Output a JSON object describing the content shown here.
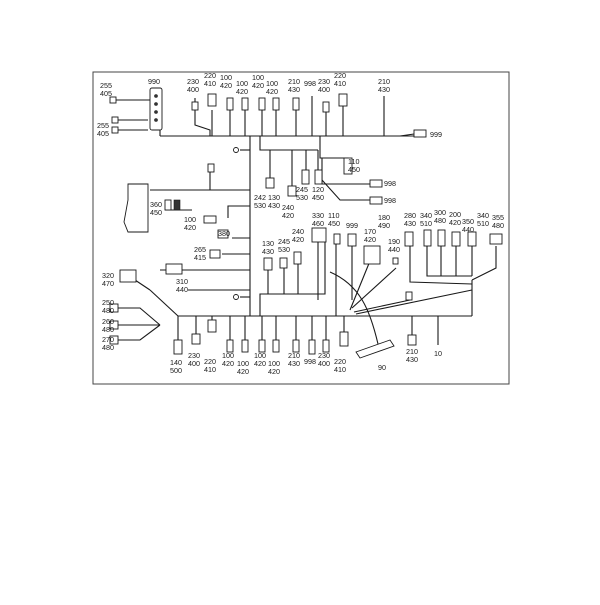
{
  "diagram": {
    "labels": {
      "l990": "990",
      "l255a": "255",
      "l405a": "405",
      "l255b": "255",
      "l405b": "405",
      "l230a": "230",
      "l400a": "400",
      "l220a": "220",
      "l410a": "410",
      "l100a": "100",
      "l420a": "420",
      "l100b": "100",
      "l420b": "420",
      "l100c": "100",
      "l420c": "420",
      "l100d": "100",
      "l420d": "420",
      "l210a": "210",
      "l430a": "430",
      "l998a": "998",
      "l230b": "230",
      "l400b": "400",
      "l220b": "220",
      "l410b": "410",
      "l210b": "210",
      "l430b": "430",
      "l999a": "999",
      "l110a": "110",
      "l450a": "450",
      "l998b": "998",
      "l998c": "998",
      "l242": "242",
      "l530a": "530",
      "l130a": "130",
      "l430c": "430",
      "l245a": "245",
      "l530b": "530",
      "l120": "120",
      "l450b": "450",
      "l240a": "240",
      "l420e": "420",
      "l360": "360",
      "l450c": "450",
      "l100e": "100",
      "l420f": "420",
      "l380": "380",
      "l265": "265",
      "l415": "415",
      "l130b": "130",
      "l430d": "430",
      "l245b": "245",
      "l530c": "530",
      "l240b": "240",
      "l420g": "420",
      "l330": "330",
      "l460": "460",
      "l110b": "110",
      "l450d": "450",
      "l999b": "999",
      "l170": "170",
      "l420h": "420",
      "l180": "180",
      "l490": "490",
      "l190": "190",
      "l440a": "440",
      "l280": "280",
      "l430e": "430",
      "l340a": "340",
      "l510a": "510",
      "l300": "300",
      "l480a": "480",
      "l200": "200",
      "l420i": "420",
      "l350": "350",
      "l440b": "440",
      "l340b": "340",
      "l510b": "510",
      "l355": "355",
      "l480b": "480",
      "l320": "320",
      "l470": "470",
      "l310": "310",
      "l440c": "440",
      "l250": "250",
      "l480c": "480",
      "l260": "260",
      "l480d": "480",
      "l270": "270",
      "l480e": "480",
      "l140": "140",
      "l500": "500",
      "l230c": "230",
      "l400c": "400",
      "l220c": "220",
      "l410c": "410",
      "l100f": "100",
      "l420j": "420",
      "l100g": "100",
      "l420k": "420",
      "l100h": "100",
      "l420l": "420",
      "l100i": "100",
      "l420m": "420",
      "l210c": "210",
      "l430f": "430",
      "l998d": "998",
      "l230d": "230",
      "l400d": "400",
      "l220d": "220",
      "l410d": "410",
      "l90": "90",
      "l210d": "210",
      "l430g": "430",
      "l10": "10"
    },
    "colors": {
      "line": "#1a1a1a",
      "frame": "#444444"
    }
  }
}
